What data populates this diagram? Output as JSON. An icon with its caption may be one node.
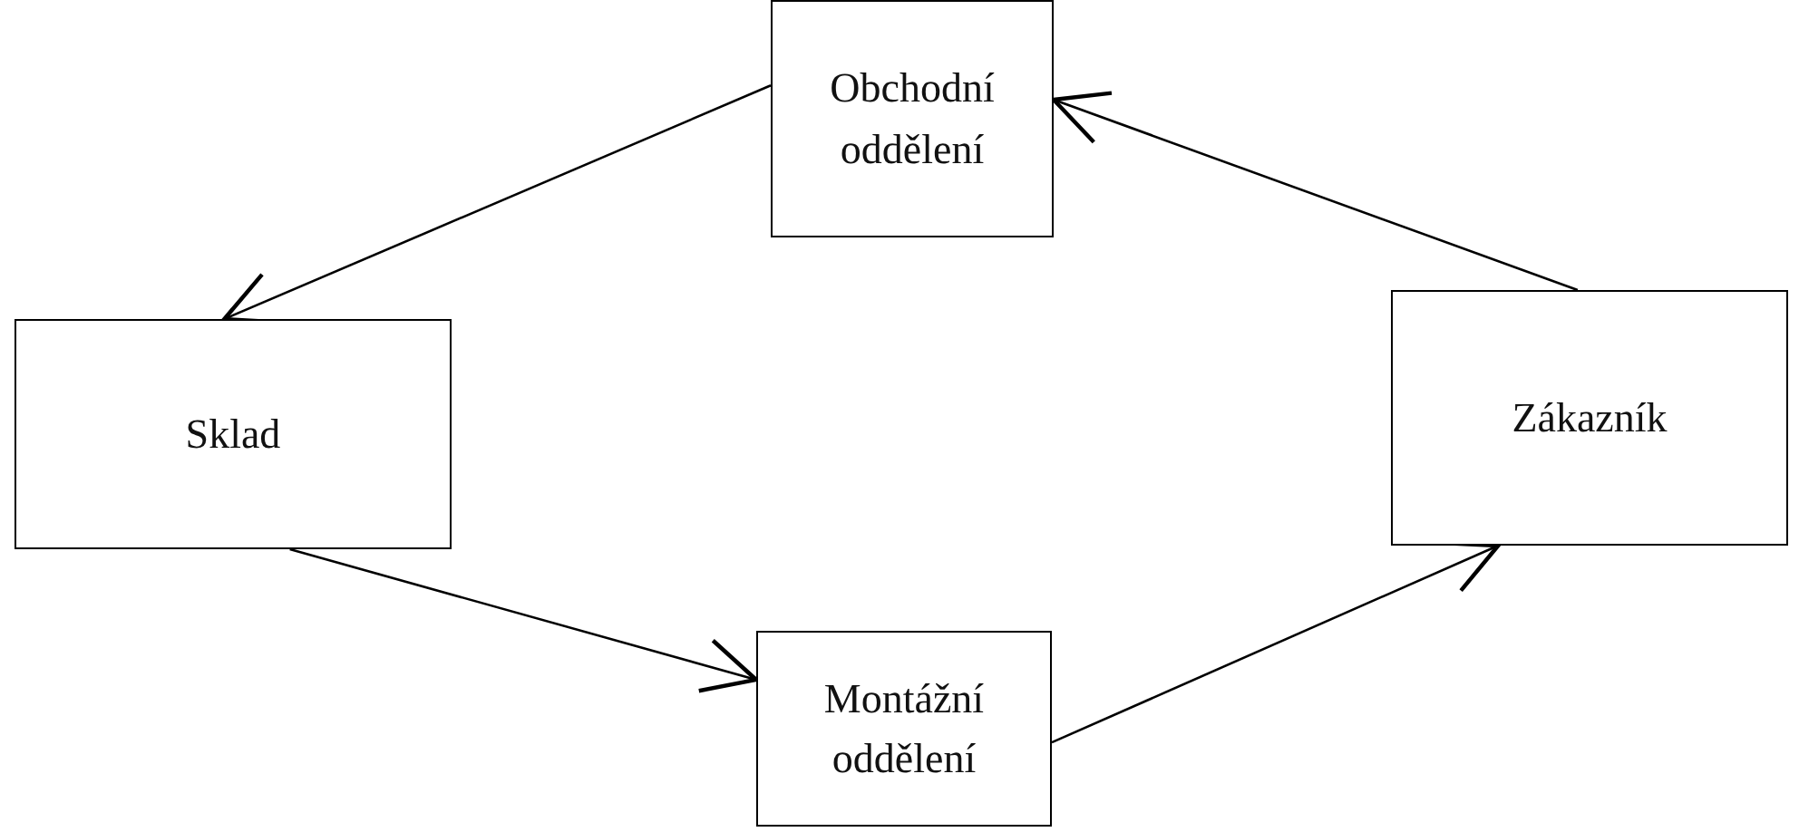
{
  "diagram": {
    "nodes": [
      {
        "text": [
          "Obchodní oddělení"
        ]
      },
      {
        "text": [
          "Sklad"
        ]
      },
      {
        "text": [
          "Zákazník"
        ]
      },
      {
        "text": [
          "Montážní oddělení"
        ]
      }
    ],
    "edges": [
      {
        "from": 0,
        "to": 1,
        "arrow": "to"
      },
      {
        "from": 1,
        "to": 3,
        "arrow": "to"
      },
      {
        "from": 3,
        "to": 2,
        "arrow": "to"
      },
      {
        "from": 2,
        "to": 0,
        "arrow": "to"
      }
    ]
  }
}
